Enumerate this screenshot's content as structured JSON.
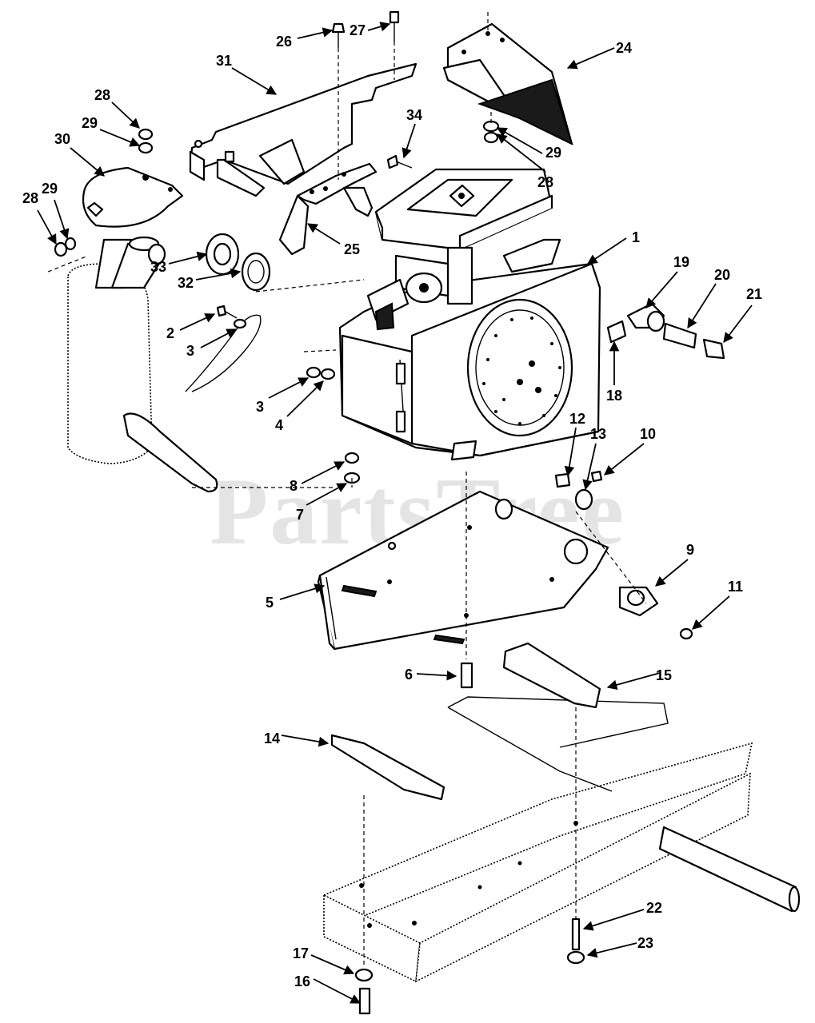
{
  "watermark": "PartsTree",
  "callouts": [
    {
      "id": "c1",
      "label": "1"
    },
    {
      "id": "c2",
      "label": "2"
    },
    {
      "id": "c3a",
      "label": "3"
    },
    {
      "id": "c3b",
      "label": "3"
    },
    {
      "id": "c4",
      "label": "4"
    },
    {
      "id": "c5",
      "label": "5"
    },
    {
      "id": "c6",
      "label": "6"
    },
    {
      "id": "c7",
      "label": "7"
    },
    {
      "id": "c8",
      "label": "8"
    },
    {
      "id": "c9",
      "label": "9"
    },
    {
      "id": "c10",
      "label": "10"
    },
    {
      "id": "c11",
      "label": "11"
    },
    {
      "id": "c12",
      "label": "12"
    },
    {
      "id": "c13",
      "label": "13"
    },
    {
      "id": "c14",
      "label": "14"
    },
    {
      "id": "c15",
      "label": "15"
    },
    {
      "id": "c16",
      "label": "16"
    },
    {
      "id": "c17",
      "label": "17"
    },
    {
      "id": "c18",
      "label": "18"
    },
    {
      "id": "c19",
      "label": "19"
    },
    {
      "id": "c20",
      "label": "20"
    },
    {
      "id": "c21",
      "label": "21"
    },
    {
      "id": "c22",
      "label": "22"
    },
    {
      "id": "c23",
      "label": "23"
    },
    {
      "id": "c24",
      "label": "24"
    },
    {
      "id": "c25",
      "label": "25"
    },
    {
      "id": "c26",
      "label": "26"
    },
    {
      "id": "c27",
      "label": "27"
    },
    {
      "id": "c28a",
      "label": "28"
    },
    {
      "id": "c28b",
      "label": "28"
    },
    {
      "id": "c28c",
      "label": "28"
    },
    {
      "id": "c29a",
      "label": "29"
    },
    {
      "id": "c29b",
      "label": "29"
    },
    {
      "id": "c29c",
      "label": "29"
    },
    {
      "id": "c30",
      "label": "30"
    },
    {
      "id": "c31",
      "label": "31"
    },
    {
      "id": "c32",
      "label": "32"
    },
    {
      "id": "c33",
      "label": "33"
    },
    {
      "id": "c34",
      "label": "34"
    }
  ]
}
